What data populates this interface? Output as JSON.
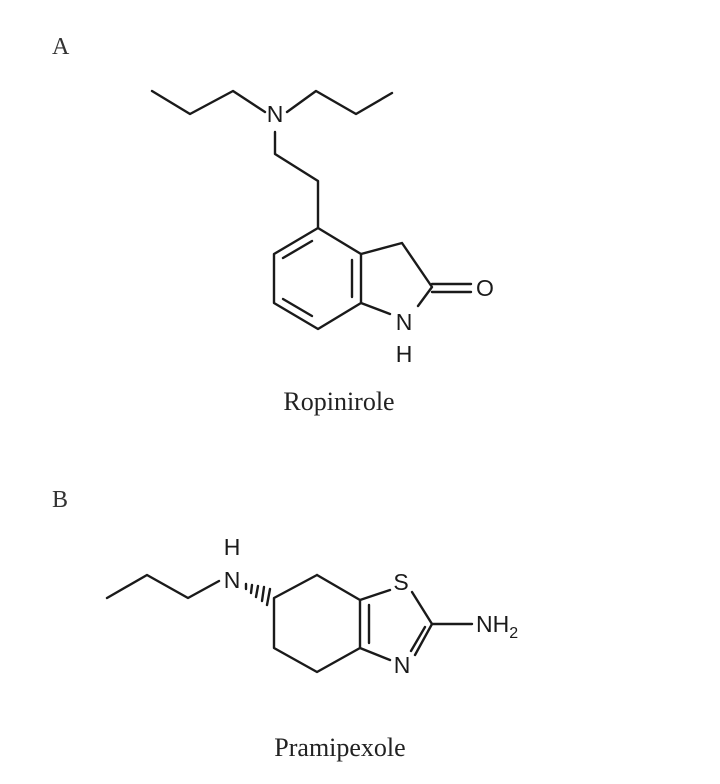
{
  "panels": [
    {
      "letter": "A",
      "compound_name": "Ropinirole",
      "atoms": {
        "amine_n": "N",
        "carbonyl_o": "O",
        "ring_n": "N",
        "ring_h": "H"
      }
    },
    {
      "letter": "B",
      "compound_name": "Pramipexole",
      "atoms": {
        "amine_h": "H",
        "amine_n": "N",
        "sulfur": "S",
        "ring_n": "N",
        "amino_n": "NH",
        "amino_sub": "2"
      }
    }
  ],
  "colors": {
    "ink": "#1a1a1a",
    "background": "#ffffff"
  }
}
